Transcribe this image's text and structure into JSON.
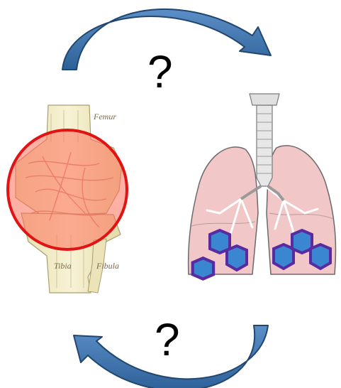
{
  "diagram": {
    "top_question": "?",
    "bottom_question": "?",
    "knee_labels": {
      "femur": "Femur",
      "tibia": "Tibia",
      "fibula": "Fibula"
    },
    "colors": {
      "arrow_fill": "#3a6fa8",
      "arrow_stroke": "#22476f",
      "highlight_circle_stroke": "#e11414",
      "highlight_circle_fill": "#ff6f5a",
      "hexagon_fill": "#3a86d0",
      "hexagon_stroke": "#5a2aa0",
      "lung_fill": "#f2c7c8",
      "trachea_fill": "#e7e7e7",
      "bone_fill": "#f2ecc2"
    },
    "icons": [
      "curved-arrow-icon",
      "knee-joint-icon",
      "lungs-icon",
      "hexagon-icon"
    ]
  }
}
